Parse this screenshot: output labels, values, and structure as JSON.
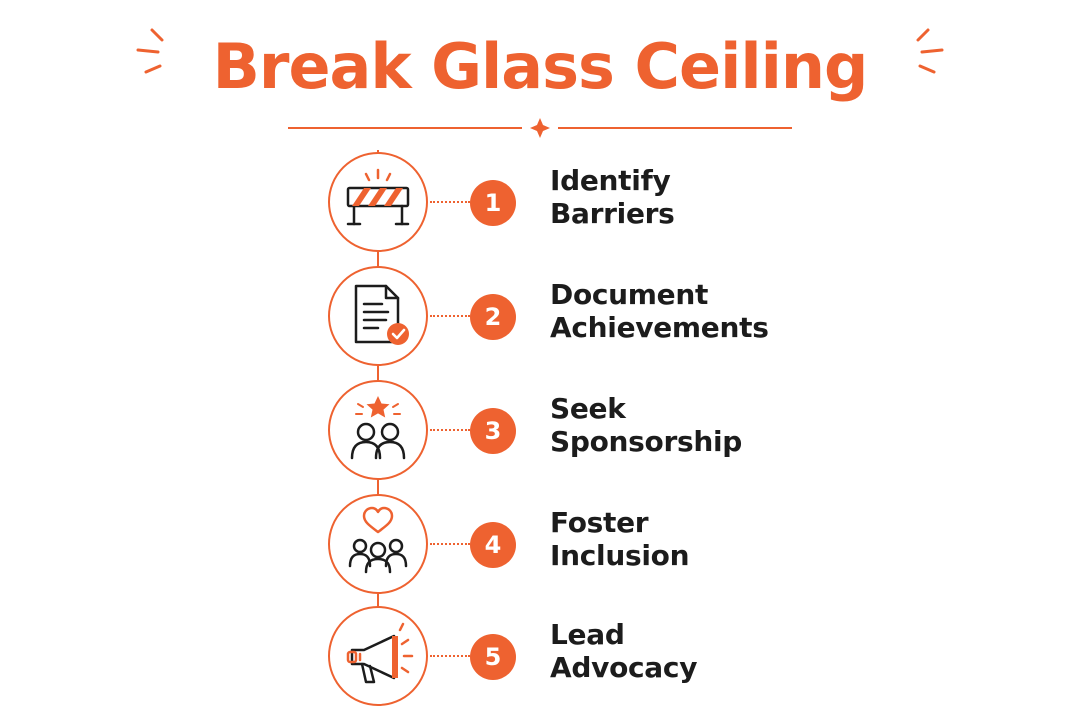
{
  "title": "Break Glass Ceiling",
  "colors": {
    "accent": "#EE6230",
    "text": "#1C1C1C",
    "icon_stroke": "#1C1C1C",
    "background": "#FFFFFF"
  },
  "steps": [
    {
      "number": "1",
      "line1": "Identify",
      "line2": "Barriers",
      "icon": "barrier-icon"
    },
    {
      "number": "2",
      "line1": "Document",
      "line2": "Achievements",
      "icon": "document-check-icon"
    },
    {
      "number": "3",
      "line1": "Seek",
      "line2": "Sponsorship",
      "icon": "sponsor-star-icon"
    },
    {
      "number": "4",
      "line1": "Foster",
      "line2": "Inclusion",
      "icon": "inclusion-heart-icon"
    },
    {
      "number": "5",
      "line1": "Lead",
      "line2": "Advocacy",
      "icon": "megaphone-icon"
    }
  ]
}
